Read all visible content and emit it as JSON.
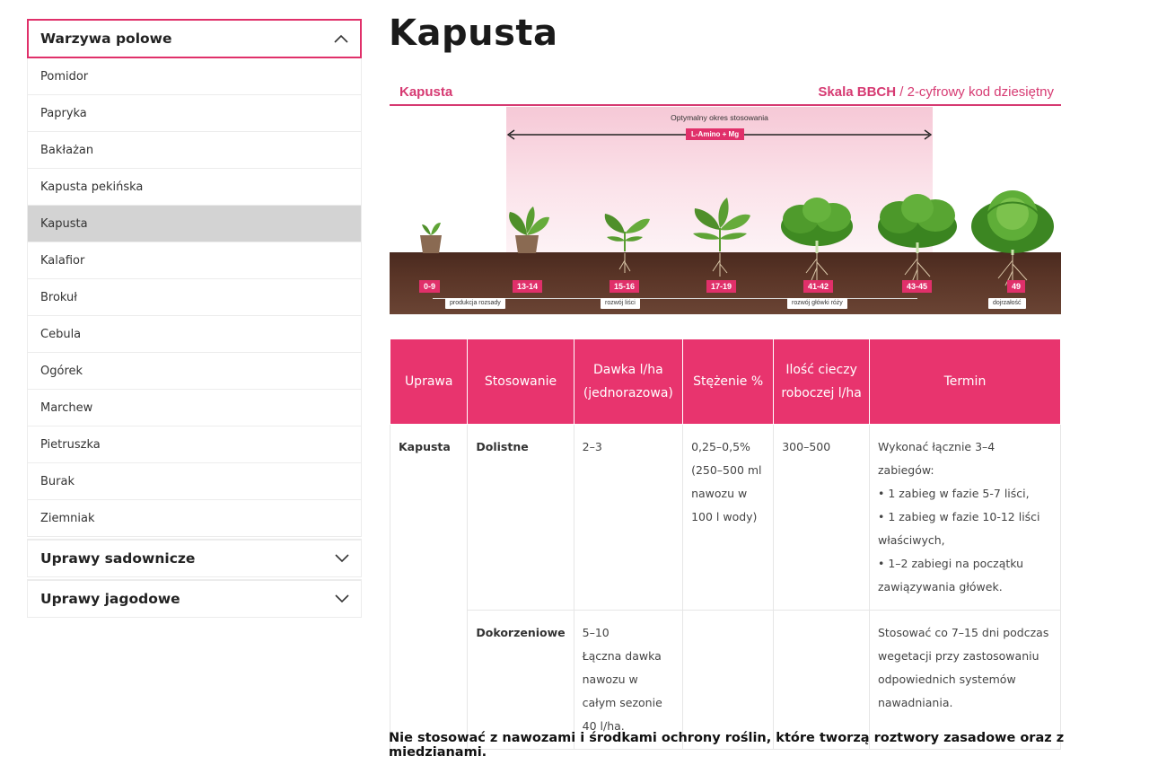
{
  "sidebar": {
    "open_section": "Warzywa polowe",
    "items": [
      "Pomidor",
      "Papryka",
      "Bakłażan",
      "Kapusta pekińska",
      "Kapusta",
      "Kalafior",
      "Brokuł",
      "Cebula",
      "Ogórek",
      "Marchew",
      "Pietruszka",
      "Burak",
      "Ziemniak"
    ],
    "active_item": "Kapusta",
    "closed_sections": [
      "Uprawy sadownicze",
      "Uprawy jagodowe"
    ]
  },
  "page": {
    "title": "Kapusta"
  },
  "bbch": {
    "crop": "Kapusta",
    "scale_bold": "Skala BBCH",
    "scale_rest": " / 2-cyfrowy kod dziesiętny",
    "optimal_label": "Optymalny okres stosowania",
    "product": "L-Amino + Mg",
    "stages": [
      "0-9",
      "13-14",
      "15-16",
      "17-19",
      "41-42",
      "43-45",
      "49"
    ],
    "phases": [
      "produkcja rozsady",
      "rozwój liści",
      "rozwój główki róży",
      "dojrzałość"
    ]
  },
  "table": {
    "headers": [
      "Uprawa",
      "Stosowanie",
      "Dawka l/ha (jednorazowa)",
      "Stężenie %",
      "Ilość cieczy roboczej l/ha",
      "Termin"
    ],
    "crop": "Kapusta",
    "rows": [
      {
        "stosowanie": "Dolistne",
        "dawka": "2–3",
        "stezenie": "0,25–0,5% (250–500 ml nawozu w 100 l wody)",
        "ciecz": "300–500",
        "termin_lines": [
          "Wykonać łącznie 3–4 zabiegów:",
          "• 1 zabieg w fazie 5-7 liści,",
          "• 1 zabieg w fazie 10-12 liści właściwych,",
          "• 1–2 zabiegi na początku zawiązywania główek."
        ]
      },
      {
        "stosowanie": "Dokorzeniowe",
        "dawka_lines": [
          "5–10",
          "Łączna dawka nawozu w całym sezonie 40 l/ha."
        ],
        "stezenie": "",
        "ciecz": "",
        "termin": "Stosować co 7–15 dni podczas wegetacji przy zastosowaniu odpowiednich systemów nawadniania."
      }
    ]
  },
  "footer": {
    "note": "Nie stosować z nawozami i środkami ochrony roślin, które tworzą roztwory zasadowe oraz z miedzianami."
  },
  "colors": {
    "accent": "#e8346e",
    "active_bg": "#d3d3d3",
    "soil": "#5a3527"
  },
  "icons": {
    "open": "chevron-up-icon",
    "closed": "chevron-down-icon"
  }
}
